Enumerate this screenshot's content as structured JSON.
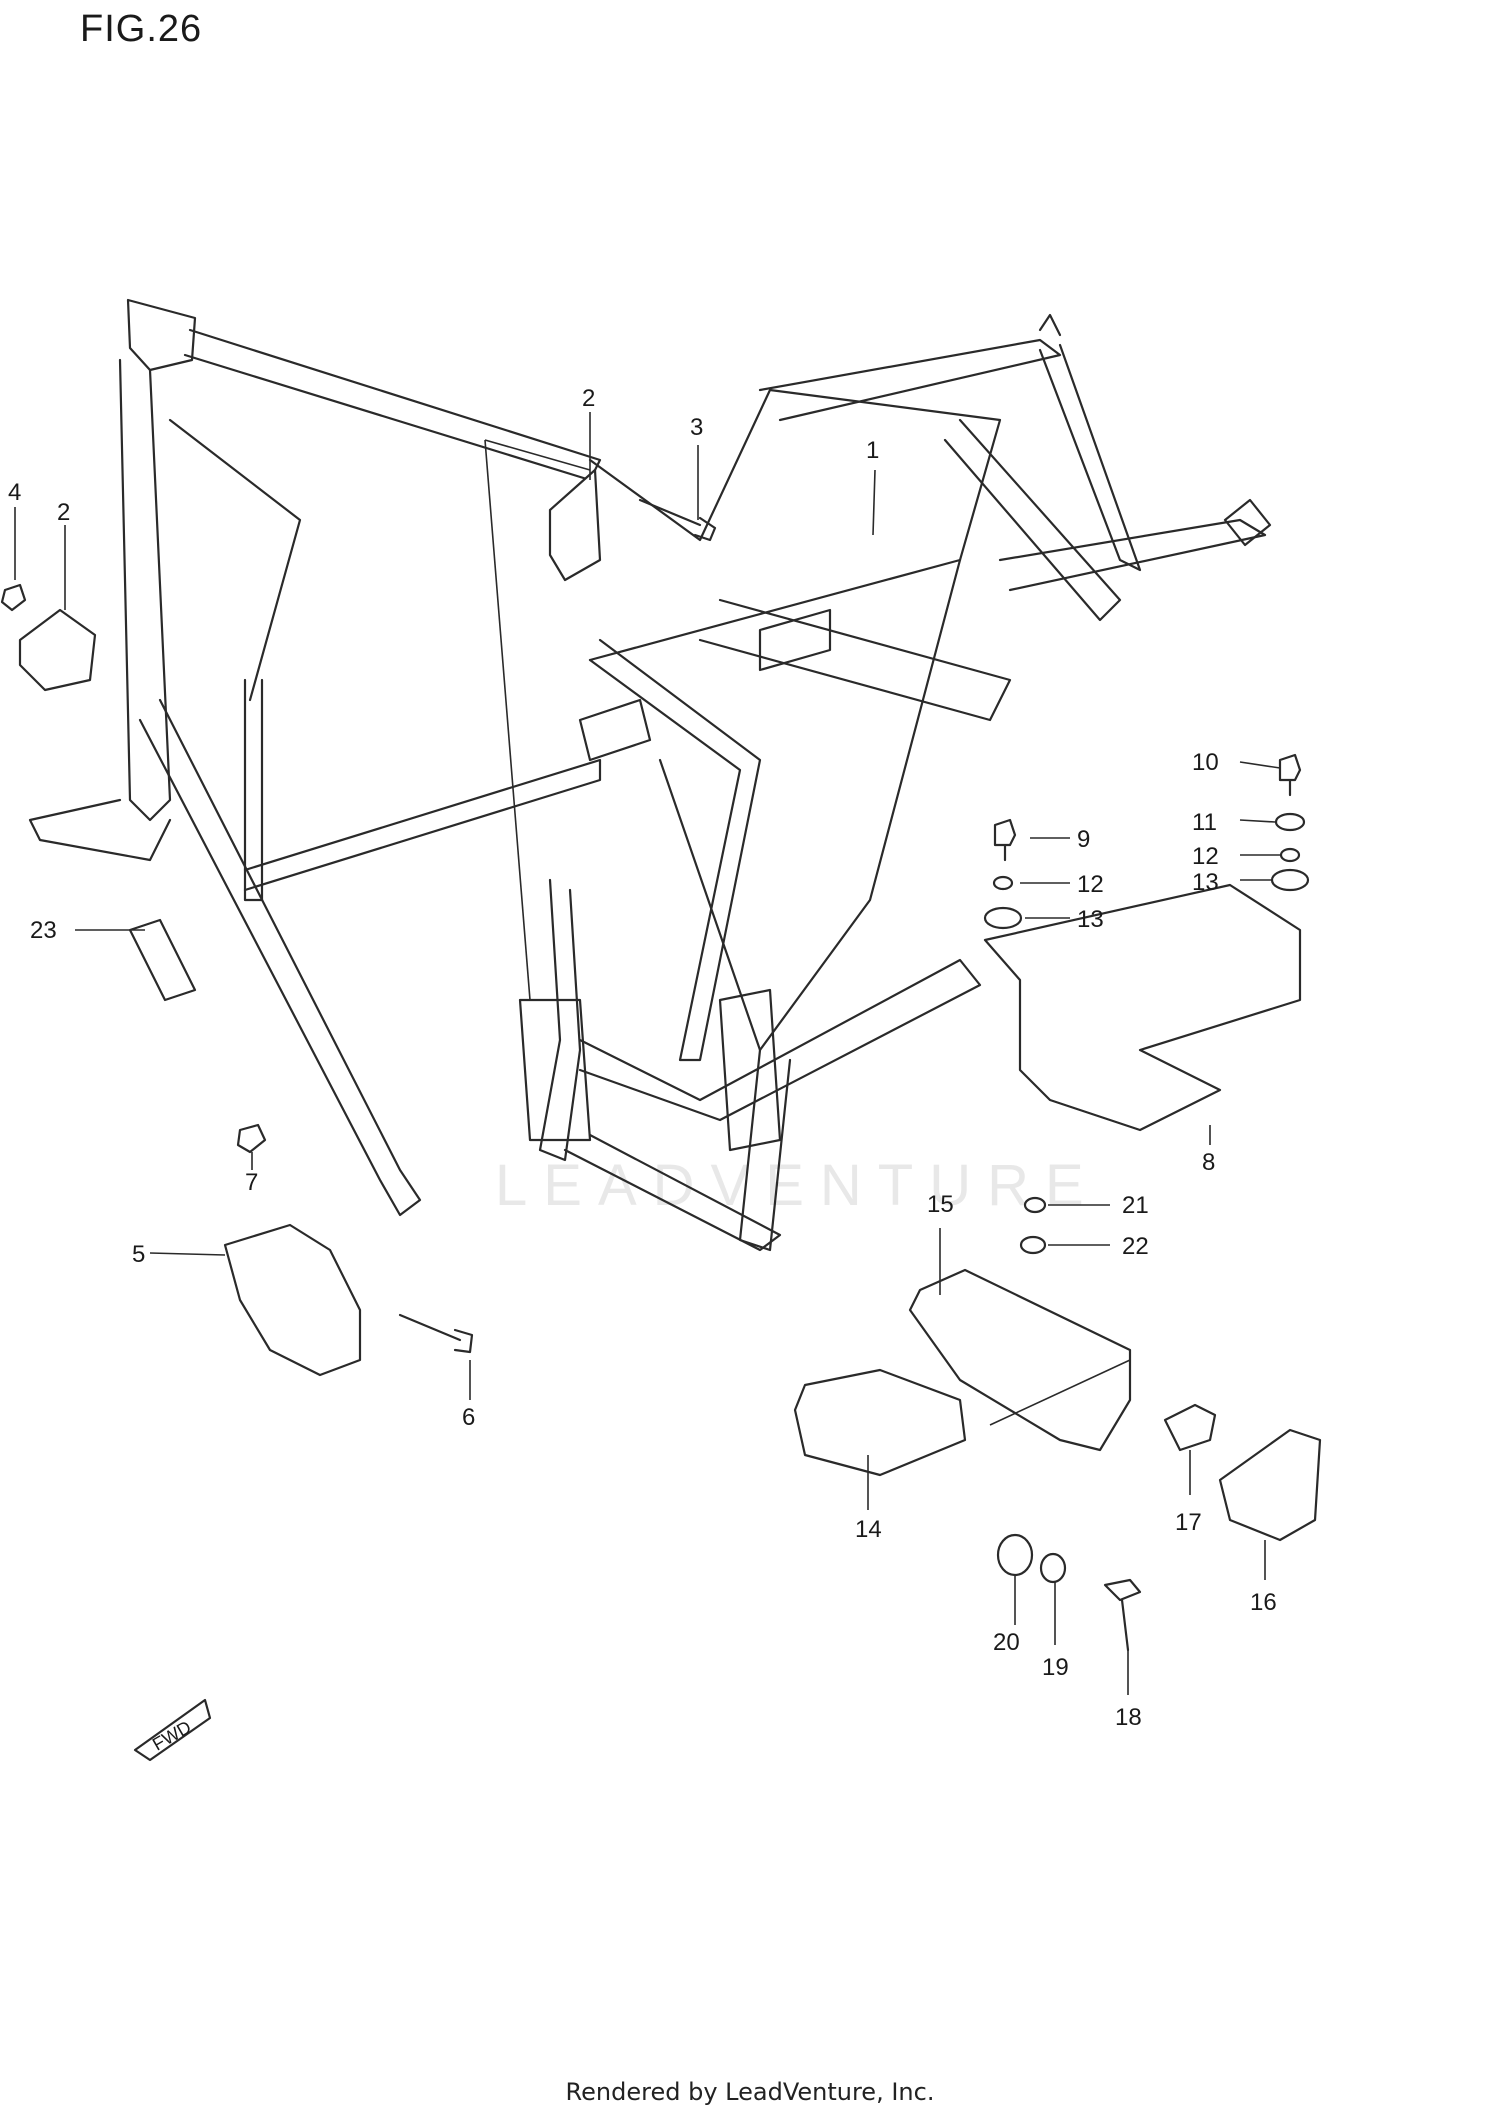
{
  "figure": {
    "title": "FIG.26"
  },
  "watermark": {
    "text": "LEADVENTURE"
  },
  "fwd_marker": {
    "text": "FWD"
  },
  "callouts": [
    {
      "label": "1"
    },
    {
      "label": "2"
    },
    {
      "label": "2"
    },
    {
      "label": "3"
    },
    {
      "label": "4"
    },
    {
      "label": "5"
    },
    {
      "label": "6"
    },
    {
      "label": "7"
    },
    {
      "label": "8"
    },
    {
      "label": "9"
    },
    {
      "label": "10"
    },
    {
      "label": "11"
    },
    {
      "label": "12"
    },
    {
      "label": "12"
    },
    {
      "label": "13"
    },
    {
      "label": "13"
    },
    {
      "label": "14"
    },
    {
      "label": "15"
    },
    {
      "label": "16"
    },
    {
      "label": "17"
    },
    {
      "label": "18"
    },
    {
      "label": "19"
    },
    {
      "label": "20"
    },
    {
      "label": "21"
    },
    {
      "label": "22"
    },
    {
      "label": "23"
    }
  ],
  "footer": {
    "credit": "Rendered by LeadVenture, Inc."
  },
  "colors": {
    "line": "#2a2a2a",
    "watermark": "#e8e8e8",
    "background": "#ffffff"
  }
}
